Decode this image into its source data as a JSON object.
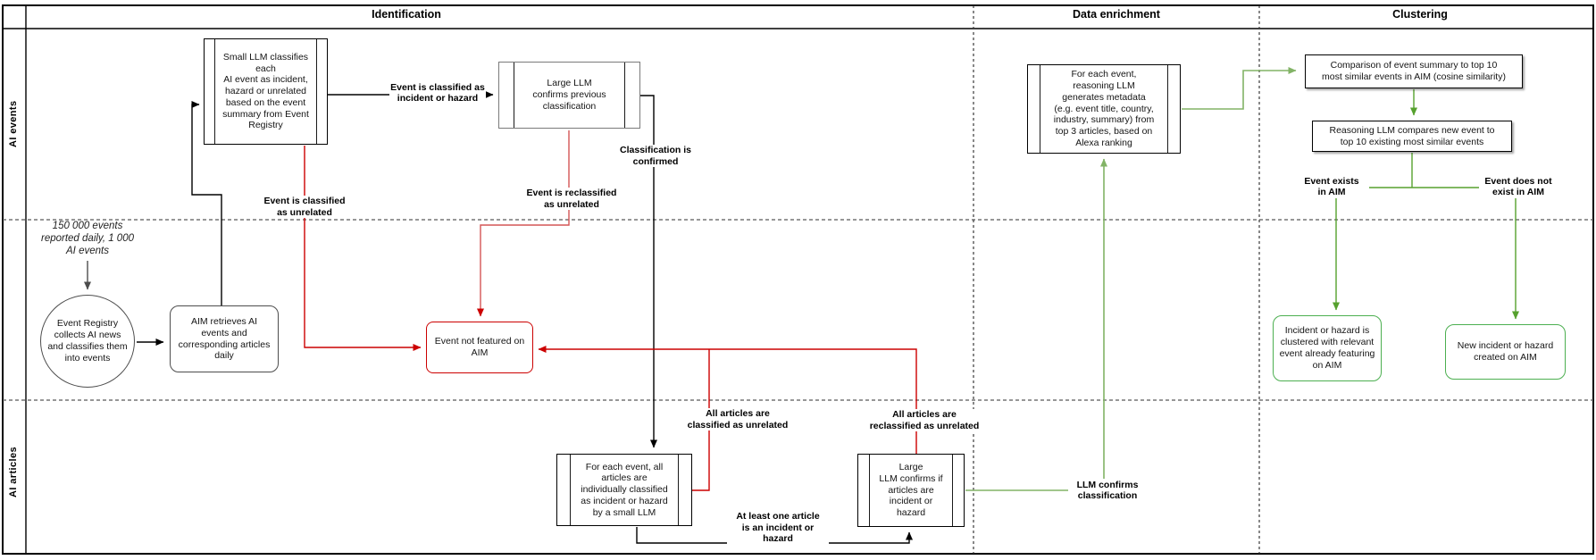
{
  "header": {
    "identification": "Identification",
    "data_enrichment": "Data enrichment",
    "clustering": "Clustering"
  },
  "lanes": {
    "ai_events": "AI events",
    "ai_articles": "AI articles"
  },
  "annotation": {
    "events_note": "150 000 events\nreported daily, 1 000\nAI events"
  },
  "nodes": {
    "event_registry": {
      "text": "Event Registry\ncollects AI news\nand classifies them\ninto events"
    },
    "aim_retrieves": {
      "text": "AIM retrieves AI\nevents and\ncorresponding articles\ndaily"
    },
    "small_llm": {
      "text": "Small LLM classifies\neach\nAI event as incident,\nhazard or unrelated\nbased on the event\nsummary from Event\nRegistry"
    },
    "large_llm_confirms": {
      "text": "Large LLM\nconfirms previous\nclassification"
    },
    "event_not_featured": {
      "text": "Event not featured on\nAIM"
    },
    "articles_classified": {
      "text": "For each event, all\narticles are\nindividually classified\nas incident or hazard\nby a small LLM"
    },
    "large_llm_articles": {
      "text": "Large\nLLM confirms if\narticles are\nincident or\nhazard"
    },
    "metadata": {
      "text": "For each event,\nreasoning LLM\ngenerates metadata\n(e.g. event title, country,\nindustry, summary) from\ntop 3 articles, based on\nAlexa ranking"
    },
    "comparison": {
      "text": "Comparison of event summary to top 10\nmost similar events in AIM (cosine similarity)"
    },
    "reasoning": {
      "text": "Reasoning LLM compares new event to\ntop 10 existing most similar events"
    },
    "clustered": {
      "text": "Incident or hazard is\nclustered with relevant\nevent already featuring\non AIM"
    },
    "new_incident": {
      "text": "New incident or hazard\ncreated on AIM"
    }
  },
  "edge_labels": {
    "incident_or_hazard": "Event is classified as\nincident or hazard",
    "classified_unrelated": "Event is classified\nas unrelated",
    "reclassified_unrelated": "Event is reclassified\nas unrelated",
    "classification_confirmed": "Classification is\nconfirmed",
    "all_classified_unrelated": "All articles are\nclassified as unrelated",
    "all_reclassified_unrelated": "All articles are\nreclassified as unrelated",
    "at_least_one": "At least one article\nis an incident or\nhazard",
    "llm_confirms": "LLM confirms\nclassification",
    "event_exists": "Event exists\nin AIM",
    "event_not_exist": "Event does not\nexist in AIM"
  },
  "colors": {
    "red": "#cc0000",
    "green_edge": "#56a12e",
    "green_edge_light": "#82b366",
    "green_box_border": "#4caf50",
    "gray_shape": "#4d4d4d",
    "black": "#000000"
  }
}
